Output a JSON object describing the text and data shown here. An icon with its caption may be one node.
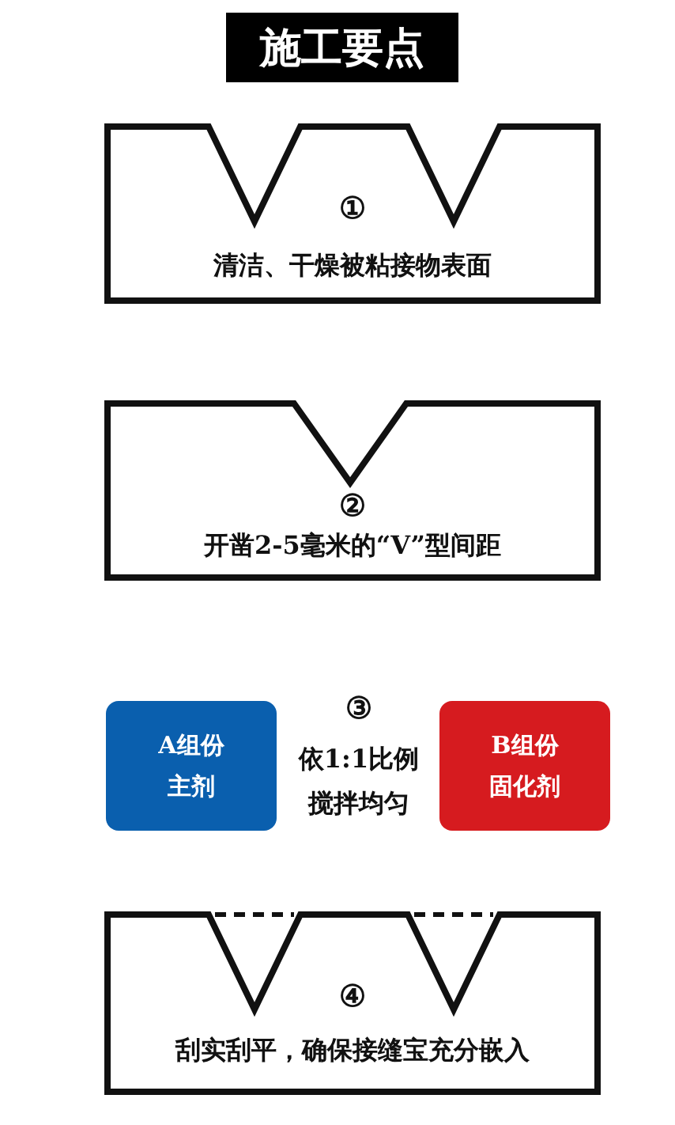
{
  "diagram": {
    "title": "施工要点",
    "nodes": [
      {
        "text": [
          "①",
          "清洁、干燥被粘接物表面"
        ]
      },
      {
        "text": [
          "②",
          "开凿2-5毫米的“V”型间距"
        ]
      },
      {
        "text": [
          "A组份",
          "主剂"
        ]
      },
      {
        "text": [
          "B组份",
          "固化剂"
        ]
      },
      {
        "text": [
          "④",
          "刮实刮平，确保接缝宝充分嵌入"
        ]
      }
    ],
    "labels": [
      "③",
      "依1:1比例搅拌均匀"
    ]
  }
}
